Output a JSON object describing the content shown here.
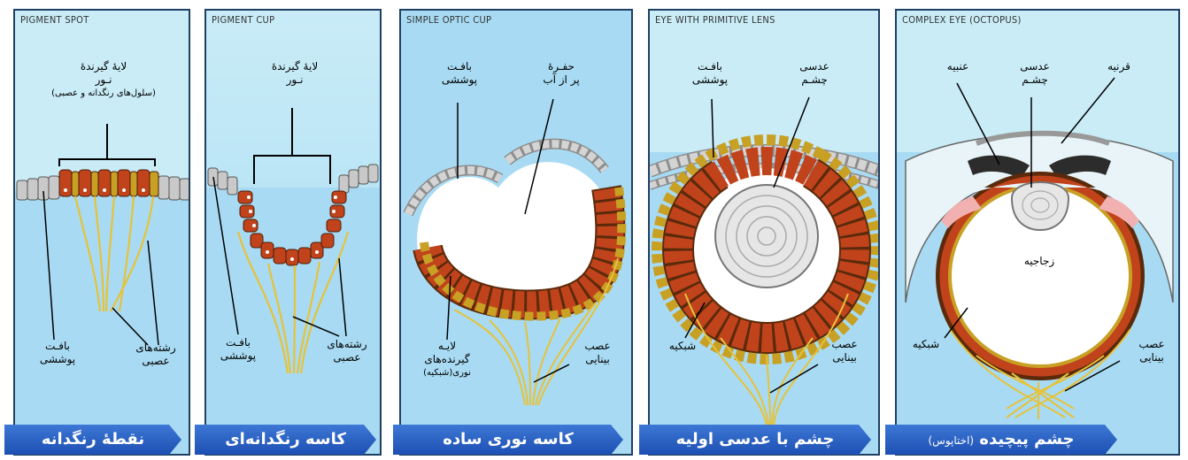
{
  "panels": [
    {
      "title_en": "PIGMENT SPOT",
      "banner": "نقطهٔ رنگدانه",
      "labels": {
        "photoreceptor_line1": "لایهٔ گیرندهٔ",
        "photoreceptor_line2": "نـور",
        "photoreceptor_note": "(سلول‌های رنگدانه و عصبی)",
        "epithelium_line1": "بافـت",
        "epithelium_line2": "پوششی",
        "nerve_line1": "رشته‌های",
        "nerve_line2": "عصبی"
      }
    },
    {
      "title_en": "PIGMENT CUP",
      "banner": "کاسه رنگدانه‌ای",
      "labels": {
        "photoreceptor_line1": "لایهٔ گیرندهٔ",
        "photoreceptor_line2": "نـور",
        "epithelium_line1": "بافـت",
        "epithelium_line2": "پوششی",
        "nerve_line1": "رشته‌های",
        "nerve_line2": "عصبی"
      }
    },
    {
      "title_en": "SIMPLE OPTIC CUP",
      "banner": "کاسه نوری ساده",
      "labels": {
        "epithelium_line1": "بافـت",
        "epithelium_line2": "پوششی",
        "cavity_line1": "حفـرهٔ",
        "cavity_line2": "پر از آب",
        "layer_line1": "لایـه",
        "layer_line2": "گیرنده‌های",
        "layer_line3": "نورى(شبکیه)",
        "optic_line1": "عصب",
        "optic_line2": "بینایی"
      }
    },
    {
      "title_en": "EYE WITH PRIMITIVE LENS",
      "banner": "چشم با عدسی اولیه",
      "labels": {
        "epithelium_line1": "بافـت",
        "epithelium_line2": "پوششی",
        "lens_line1": "عدسی",
        "lens_line2": "چشـم",
        "retina": "شبکیه",
        "optic_line1": "عصب",
        "optic_line2": "بینایی"
      }
    },
    {
      "title_en": "COMPLEX EYE (OCTOPUS)",
      "banner": "چشم پیچیده",
      "banner_note": "(اختاپوس)",
      "labels": {
        "iris": "عنبیه",
        "lens_line1": "عدسی",
        "lens_line2": "چشـم",
        "cornea": "قرنیه",
        "vitreous": "زجاجیه",
        "retina": "شبکیه",
        "optic_line1": "عصب",
        "optic_line2": "بینایی"
      }
    }
  ]
}
